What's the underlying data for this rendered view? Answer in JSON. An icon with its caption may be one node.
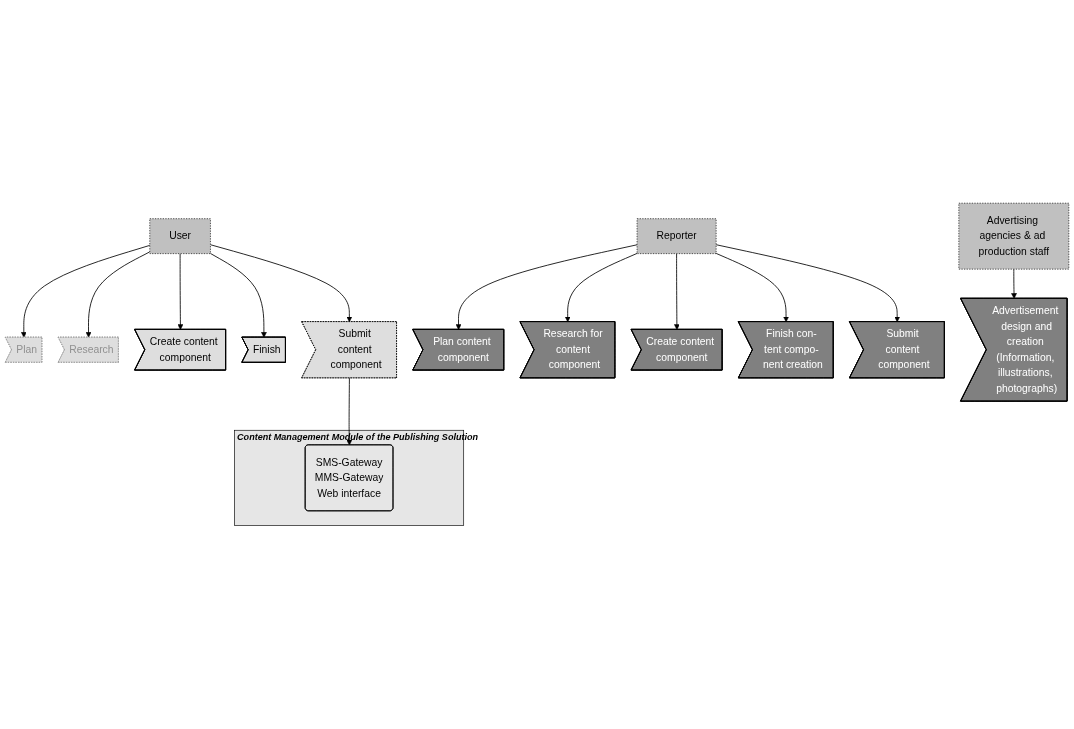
{
  "diagram": {
    "nodes": [
      {
        "text": [
          "Content Management Module of the Publishing Solution"
        ]
      },
      {
        "text": [
          "SMS-Gateway",
          "MMS-Gateway",
          "Web interface"
        ],
        "in": 0
      },
      {
        "text": [
          "User"
        ]
      },
      {
        "text": [
          "Plan"
        ]
      },
      {
        "text": [
          "Research"
        ]
      },
      {
        "text": [
          "Create content component"
        ]
      },
      {
        "text": [
          "Finish"
        ]
      },
      {
        "text": [
          "Submit content component"
        ]
      },
      {
        "text": [
          "Plan content component"
        ]
      },
      {
        "text": [
          "Research for content component"
        ]
      },
      {
        "text": [
          "Create content component"
        ]
      },
      {
        "text": [
          "Finish con- tent compo- nent creation"
        ]
      },
      {
        "text": [
          "Submit content component"
        ]
      },
      {
        "text": [
          "Reporter"
        ]
      },
      {
        "text": [
          "Advertisement  design and creation (Information, illustrations, photographs)"
        ]
      },
      {
        "text": [
          "Advertising agencies & ad production staff"
        ]
      }
    ],
    "edges": [
      {
        "from": 2,
        "to": 3,
        "arrow": "to"
      },
      {
        "from": 2,
        "to": 4,
        "arrow": "to"
      },
      {
        "from": 2,
        "to": 5,
        "arrow": "to"
      },
      {
        "from": 2,
        "to": 6,
        "arrow": "to"
      },
      {
        "from": 2,
        "to": 7,
        "arrow": "to"
      },
      {
        "from": 7,
        "to": 1,
        "arrow": "to"
      },
      {
        "from": 13,
        "to": 8,
        "arrow": "to"
      },
      {
        "from": 13,
        "to": 9,
        "arrow": "to"
      },
      {
        "from": 13,
        "to": 10,
        "arrow": "to"
      },
      {
        "from": 13,
        "to": 11,
        "arrow": "to"
      },
      {
        "from": 13,
        "to": 12,
        "arrow": "to"
      },
      {
        "from": 15,
        "to": 14,
        "arrow": "to"
      }
    ]
  }
}
